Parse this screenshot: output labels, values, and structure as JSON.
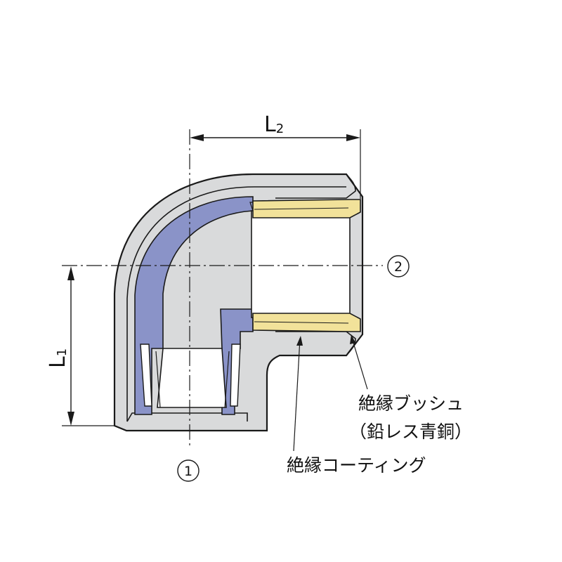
{
  "dimensions": {
    "l2": {
      "letter": "L",
      "subscript": "2"
    },
    "l1": {
      "letter": "L",
      "subscript": "1"
    }
  },
  "ports": {
    "port1": "1",
    "port2": "2"
  },
  "callouts": {
    "bushing_line1": "絶縁ブッシュ",
    "bushing_line2": "（鉛レス青銅）",
    "coating": "絶縁コーティング"
  },
  "colors": {
    "body_gray": "#d9dadb",
    "coating_blue": "#8a93c8",
    "bushing_yellow": "#f2e29a",
    "line": "#1a1a1a"
  }
}
